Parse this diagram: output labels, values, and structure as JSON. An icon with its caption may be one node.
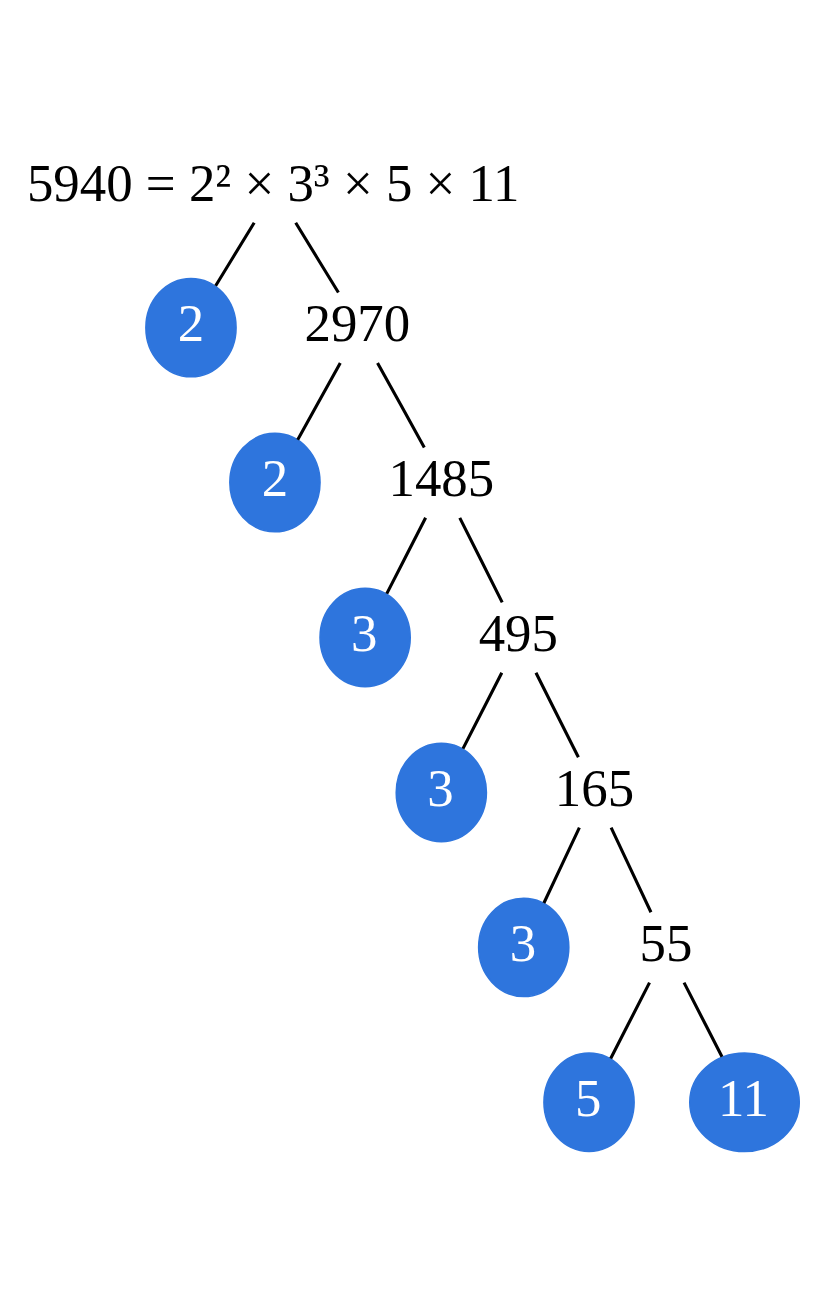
{
  "diagram": {
    "nodes": [
      {
        "text": [
          "5940 = 2² × 3³ × 5 × 11"
        ]
      },
      {
        "text": [
          "2"
        ]
      },
      {
        "text": [
          "2970"
        ]
      },
      {
        "text": [
          "2"
        ]
      },
      {
        "text": [
          "1485"
        ]
      },
      {
        "text": [
          "3"
        ]
      },
      {
        "text": [
          "495"
        ]
      },
      {
        "text": [
          "3"
        ]
      },
      {
        "text": [
          "165"
        ]
      },
      {
        "text": [
          "3"
        ]
      },
      {
        "text": [
          "55"
        ]
      },
      {
        "text": [
          "5"
        ]
      },
      {
        "text": [
          "11"
        ]
      }
    ],
    "edges": [
      {
        "from": 0,
        "to": 1,
        "arrow": "none"
      },
      {
        "from": 0,
        "to": 2,
        "arrow": "none"
      },
      {
        "from": 2,
        "to": 3,
        "arrow": "none"
      },
      {
        "from": 2,
        "to": 4,
        "arrow": "none"
      },
      {
        "from": 4,
        "to": 5,
        "arrow": "none"
      },
      {
        "from": 4,
        "to": 6,
        "arrow": "none"
      },
      {
        "from": 6,
        "to": 7,
        "arrow": "none"
      },
      {
        "from": 6,
        "to": 8,
        "arrow": "none"
      },
      {
        "from": 8,
        "to": 9,
        "arrow": "none"
      },
      {
        "from": 8,
        "to": 10,
        "arrow": "none"
      },
      {
        "from": 10,
        "to": 11,
        "arrow": "none"
      },
      {
        "from": 10,
        "to": 12,
        "arrow": "none"
      }
    ]
  }
}
